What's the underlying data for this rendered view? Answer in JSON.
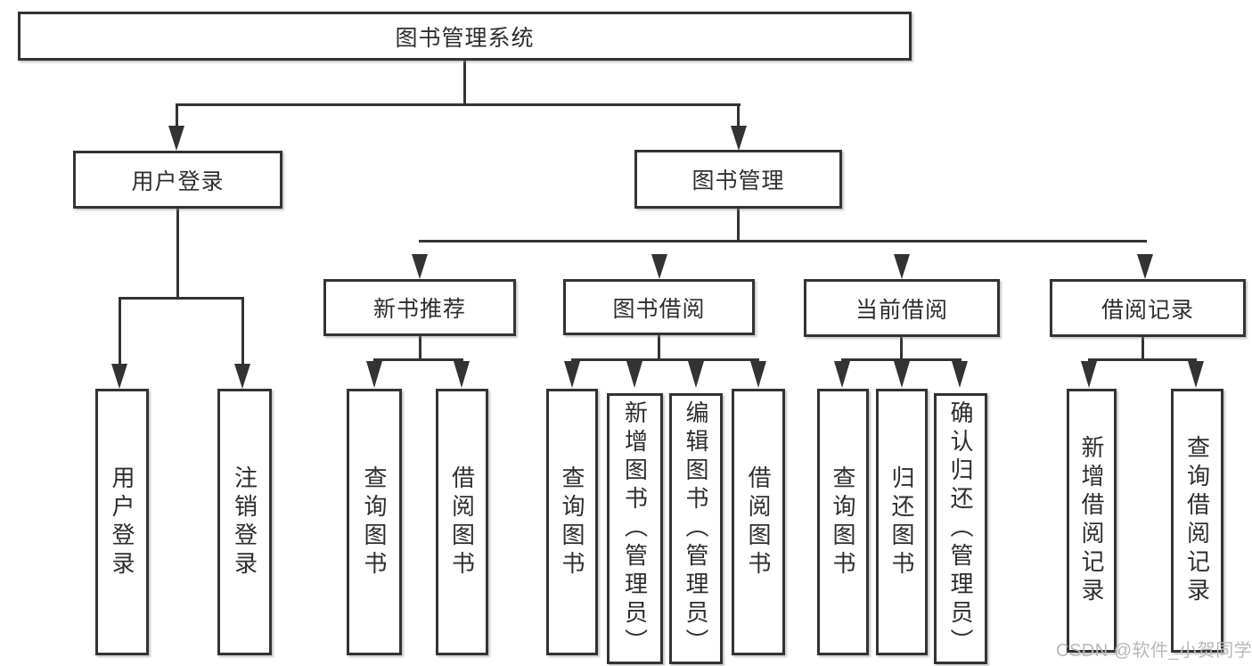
{
  "diagram": {
    "root": {
      "label": "图书管理系统"
    },
    "level2": [
      {
        "label": "用户登录"
      },
      {
        "label": "图书管理"
      }
    ],
    "level3": [
      {
        "label": "新书推荐"
      },
      {
        "label": "图书借阅"
      },
      {
        "label": "当前借阅"
      },
      {
        "label": "借阅记录"
      }
    ],
    "leaves": [
      {
        "label": "用户登录"
      },
      {
        "label": "注销登录"
      },
      {
        "label": "查询图书"
      },
      {
        "label": "借阅图书"
      },
      {
        "label": "查询图书"
      },
      {
        "label": "新增图书（管理员）"
      },
      {
        "label": "编辑图书（管理员）"
      },
      {
        "label": "借阅图书"
      },
      {
        "label": "查询图书"
      },
      {
        "label": "归还图书"
      },
      {
        "label": "确认归还（管理员）"
      },
      {
        "label": "新增借阅记录"
      },
      {
        "label": "查询借阅记录"
      }
    ]
  },
  "watermark": {
    "text": "CSDN @软件_小贺同学"
  },
  "colors": {
    "line": "#333333",
    "box_border": "#333333",
    "text": "#2e2e2e",
    "watermark": "#b9b9b9",
    "background": "#ffffff"
  }
}
